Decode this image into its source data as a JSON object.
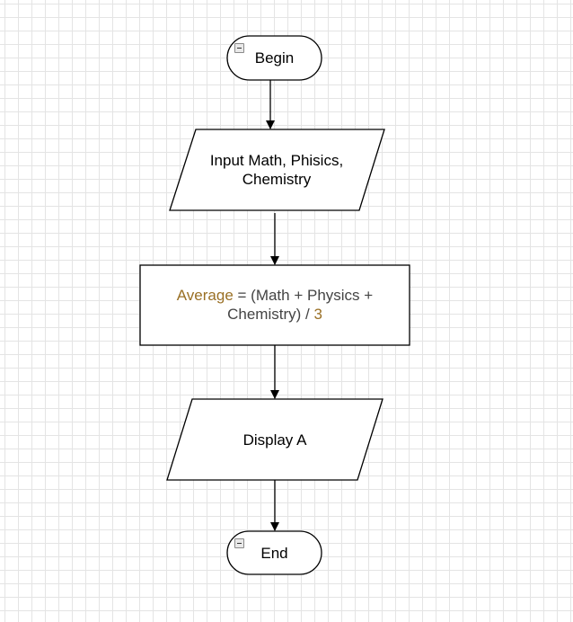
{
  "diagram": {
    "nodes": {
      "begin": {
        "label": "Begin"
      },
      "input": {
        "label": "Input Math, Phisics, Chemistry"
      },
      "process": {
        "part1": "Average",
        "part2": " = (Math + Physics + Chemistry) / ",
        "part3": "3"
      },
      "display": {
        "label": "Display A"
      },
      "end": {
        "label": "End"
      }
    },
    "colors": {
      "stroke": "#000000",
      "accent_text": "#9a7025",
      "process_text": "#444444",
      "grid": "#e4e4e4"
    },
    "icons": [
      "collapse-icon",
      "collapse-icon"
    ]
  }
}
